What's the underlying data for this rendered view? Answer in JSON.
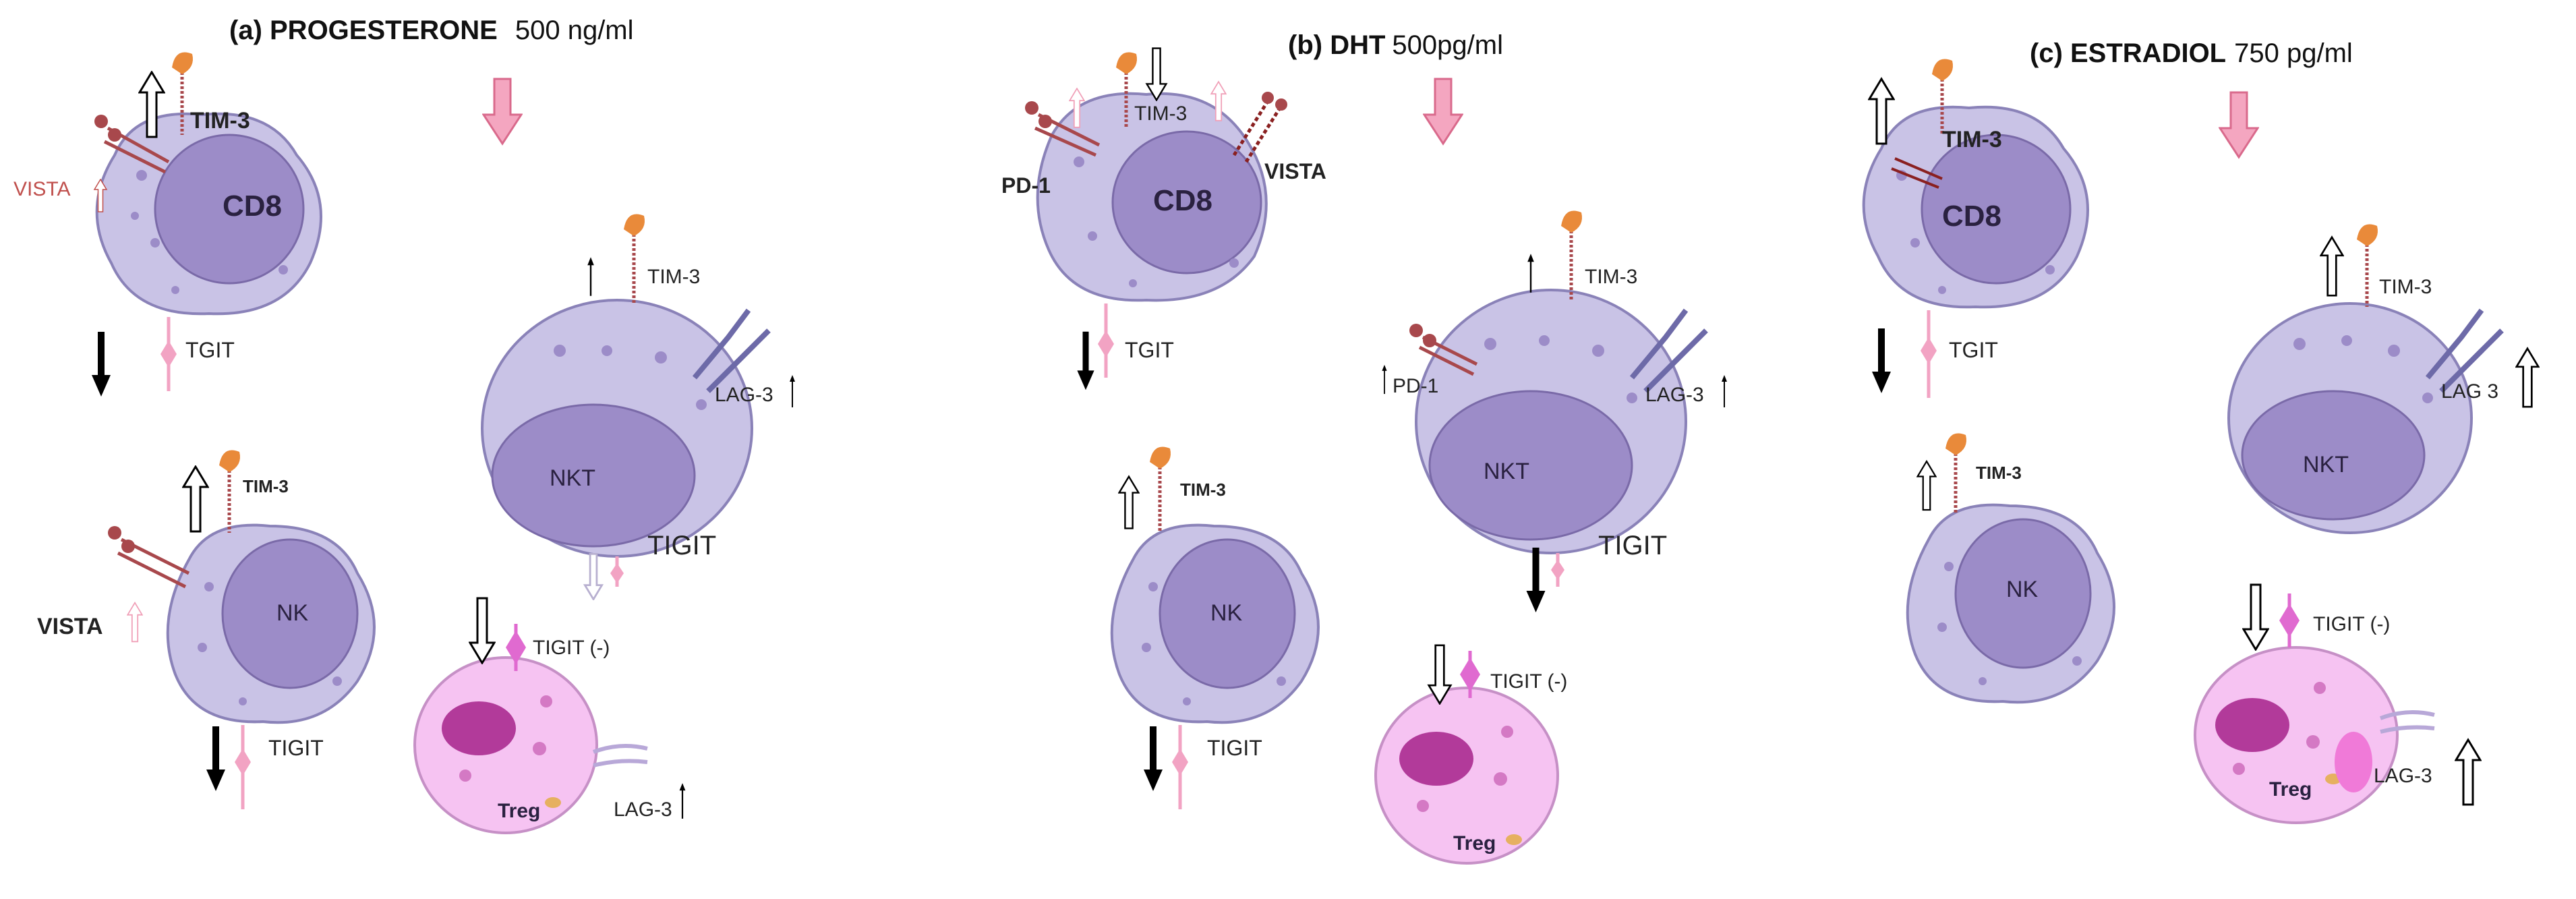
{
  "panels": {
    "a": {
      "title_prefix": "(a) PROGESTERONE",
      "title_dose": "500 ng/ml",
      "cd8": {
        "name": "CD8",
        "tim3": "TIM-3",
        "vista": "VISTA",
        "tigit": "TGIT"
      },
      "nk": {
        "name": "NK",
        "tim3": "TIM-3",
        "vista": "VISTA",
        "tigit": "TIGIT"
      },
      "nkt": {
        "name": "NKT",
        "tim3": "TIM-3",
        "lag3": "LAG-3",
        "tigit": "TIGIT"
      },
      "treg": {
        "name": "Treg",
        "tigit": "TIGIT (-)",
        "lag3": "LAG-3"
      }
    },
    "b": {
      "title_prefix": "(b) DHT",
      "title_dose": "500pg/ml",
      "cd8": {
        "name": "CD8",
        "tim3": "TIM-3",
        "pd1": "PD-1",
        "vista": "VISTA",
        "tigit": "TGIT"
      },
      "nk": {
        "name": "NK",
        "tim3": "TIM-3",
        "tigit": "TIGIT"
      },
      "nkt": {
        "name": "NKT",
        "tim3": "TIM-3",
        "pd1": "PD-1",
        "lag3": "LAG-3",
        "tigit": "TIGIT"
      },
      "treg": {
        "name": "Treg",
        "tigit": "TIGIT (-)"
      }
    },
    "c": {
      "title_prefix": "(c) ESTRADIOL",
      "title_dose": "750 pg/ml",
      "cd8": {
        "name": "CD8",
        "tim3": "TIM-3",
        "tigit": "TGIT"
      },
      "nk": {
        "name": "NK",
        "tim3": "TIM-3"
      },
      "nkt": {
        "name": "NKT",
        "tim3": "TIM-3",
        "lag3": "LAG 3"
      },
      "treg": {
        "name": "Treg",
        "tigit": "TIGIT (-)",
        "lag3": "LAG-3"
      }
    }
  },
  "colors": {
    "cell_body": "#c9c3e6",
    "nucleus": "#9c8cc8",
    "treg_body": "#f6c3f2",
    "treg_nucleus": "#b23a9a",
    "pink_arrow": "#f4a6c0",
    "tim3_head": "#e98a3a",
    "tigit": "#f2a3c3",
    "lag3": "#6d6aa8",
    "receptor": "#a8484c"
  }
}
